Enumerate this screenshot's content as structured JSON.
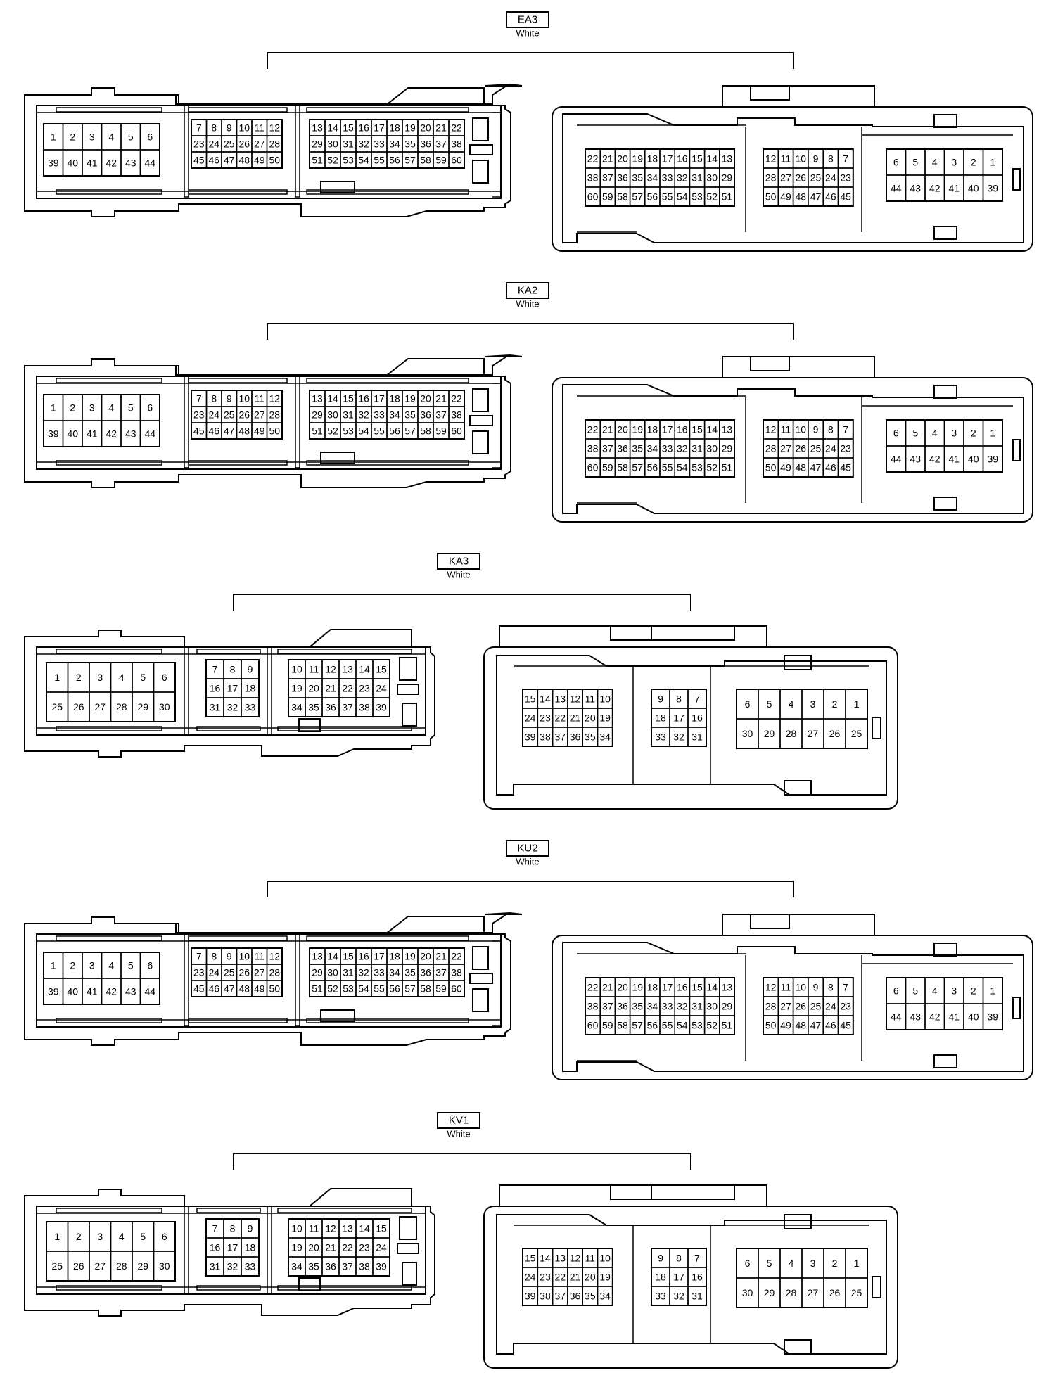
{
  "connectors": [
    {
      "id": "EA3",
      "color": "White",
      "variant": "large",
      "left_grids": [
        {
          "rows": [
            [
              "1",
              "2",
              "3",
              "4",
              "5",
              "6"
            ],
            [
              "39",
              "40",
              "41",
              "42",
              "43",
              "44"
            ]
          ]
        },
        {
          "rows": [
            [
              "7",
              "8",
              "9",
              "10",
              "11",
              "12"
            ],
            [
              "23",
              "24",
              "25",
              "26",
              "27",
              "28"
            ],
            [
              "45",
              "46",
              "47",
              "48",
              "49",
              "50"
            ]
          ]
        },
        {
          "rows": [
            [
              "13",
              "14",
              "15",
              "16",
              "17",
              "18",
              "19",
              "20",
              "21",
              "22"
            ],
            [
              "29",
              "30",
              "31",
              "32",
              "33",
              "34",
              "35",
              "36",
              "37",
              "38"
            ],
            [
              "51",
              "52",
              "53",
              "54",
              "55",
              "56",
              "57",
              "58",
              "59",
              "60"
            ]
          ]
        }
      ],
      "right_grids": [
        {
          "rows": [
            [
              "22",
              "21",
              "20",
              "19",
              "18",
              "17",
              "16",
              "15",
              "14",
              "13"
            ],
            [
              "38",
              "37",
              "36",
              "35",
              "34",
              "33",
              "32",
              "31",
              "30",
              "29"
            ],
            [
              "60",
              "59",
              "58",
              "57",
              "56",
              "55",
              "54",
              "53",
              "52",
              "51"
            ]
          ]
        },
        {
          "rows": [
            [
              "12",
              "11",
              "10",
              "9",
              "8",
              "7"
            ],
            [
              "28",
              "27",
              "26",
              "25",
              "24",
              "23"
            ],
            [
              "50",
              "49",
              "48",
              "47",
              "46",
              "45"
            ]
          ]
        },
        {
          "rows": [
            [
              "6",
              "5",
              "4",
              "3",
              "2",
              "1"
            ],
            [
              "44",
              "43",
              "42",
              "41",
              "40",
              "39"
            ]
          ]
        }
      ]
    },
    {
      "id": "KA2",
      "color": "White",
      "variant": "large",
      "left_grids": [
        {
          "rows": [
            [
              "1",
              "2",
              "3",
              "4",
              "5",
              "6"
            ],
            [
              "39",
              "40",
              "41",
              "42",
              "43",
              "44"
            ]
          ]
        },
        {
          "rows": [
            [
              "7",
              "8",
              "9",
              "10",
              "11",
              "12"
            ],
            [
              "23",
              "24",
              "25",
              "26",
              "27",
              "28"
            ],
            [
              "45",
              "46",
              "47",
              "48",
              "49",
              "50"
            ]
          ]
        },
        {
          "rows": [
            [
              "13",
              "14",
              "15",
              "16",
              "17",
              "18",
              "19",
              "20",
              "21",
              "22"
            ],
            [
              "29",
              "30",
              "31",
              "32",
              "33",
              "34",
              "35",
              "36",
              "37",
              "38"
            ],
            [
              "51",
              "52",
              "53",
              "54",
              "55",
              "56",
              "57",
              "58",
              "59",
              "60"
            ]
          ]
        }
      ],
      "right_grids": [
        {
          "rows": [
            [
              "22",
              "21",
              "20",
              "19",
              "18",
              "17",
              "16",
              "15",
              "14",
              "13"
            ],
            [
              "38",
              "37",
              "36",
              "35",
              "34",
              "33",
              "32",
              "31",
              "30",
              "29"
            ],
            [
              "60",
              "59",
              "58",
              "57",
              "56",
              "55",
              "54",
              "53",
              "52",
              "51"
            ]
          ]
        },
        {
          "rows": [
            [
              "12",
              "11",
              "10",
              "9",
              "8",
              "7"
            ],
            [
              "28",
              "27",
              "26",
              "25",
              "24",
              "23"
            ],
            [
              "50",
              "49",
              "48",
              "47",
              "46",
              "45"
            ]
          ]
        },
        {
          "rows": [
            [
              "6",
              "5",
              "4",
              "3",
              "2",
              "1"
            ],
            [
              "44",
              "43",
              "42",
              "41",
              "40",
              "39"
            ]
          ]
        }
      ]
    },
    {
      "id": "KA3",
      "color": "White",
      "variant": "small",
      "left_grids": [
        {
          "rows": [
            [
              "1",
              "2",
              "3",
              "4",
              "5",
              "6"
            ],
            [
              "25",
              "26",
              "27",
              "28",
              "29",
              "30"
            ]
          ]
        },
        {
          "rows": [
            [
              "7",
              "8",
              "9"
            ],
            [
              "16",
              "17",
              "18"
            ],
            [
              "31",
              "32",
              "33"
            ]
          ]
        },
        {
          "rows": [
            [
              "10",
              "11",
              "12",
              "13",
              "14",
              "15"
            ],
            [
              "19",
              "20",
              "21",
              "22",
              "23",
              "24"
            ],
            [
              "34",
              "35",
              "36",
              "37",
              "38",
              "39"
            ]
          ]
        }
      ],
      "right_grids": [
        {
          "rows": [
            [
              "15",
              "14",
              "13",
              "12",
              "11",
              "10"
            ],
            [
              "24",
              "23",
              "22",
              "21",
              "20",
              "19"
            ],
            [
              "39",
              "38",
              "37",
              "36",
              "35",
              "34"
            ]
          ]
        },
        {
          "rows": [
            [
              "9",
              "8",
              "7"
            ],
            [
              "18",
              "17",
              "16"
            ],
            [
              "33",
              "32",
              "31"
            ]
          ]
        },
        {
          "rows": [
            [
              "6",
              "5",
              "4",
              "3",
              "2",
              "1"
            ],
            [
              "30",
              "29",
              "28",
              "27",
              "26",
              "25"
            ]
          ]
        }
      ]
    },
    {
      "id": "KU2",
      "color": "White",
      "variant": "large",
      "left_grids": [
        {
          "rows": [
            [
              "1",
              "2",
              "3",
              "4",
              "5",
              "6"
            ],
            [
              "39",
              "40",
              "41",
              "42",
              "43",
              "44"
            ]
          ]
        },
        {
          "rows": [
            [
              "7",
              "8",
              "9",
              "10",
              "11",
              "12"
            ],
            [
              "23",
              "24",
              "25",
              "26",
              "27",
              "28"
            ],
            [
              "45",
              "46",
              "47",
              "48",
              "49",
              "50"
            ]
          ]
        },
        {
          "rows": [
            [
              "13",
              "14",
              "15",
              "16",
              "17",
              "18",
              "19",
              "20",
              "21",
              "22"
            ],
            [
              "29",
              "30",
              "31",
              "32",
              "33",
              "34",
              "35",
              "36",
              "37",
              "38"
            ],
            [
              "51",
              "52",
              "53",
              "54",
              "55",
              "56",
              "57",
              "58",
              "59",
              "60"
            ]
          ]
        }
      ],
      "right_grids": [
        {
          "rows": [
            [
              "22",
              "21",
              "20",
              "19",
              "18",
              "17",
              "16",
              "15",
              "14",
              "13"
            ],
            [
              "38",
              "37",
              "36",
              "35",
              "34",
              "33",
              "32",
              "31",
              "30",
              "29"
            ],
            [
              "60",
              "59",
              "58",
              "57",
              "56",
              "55",
              "54",
              "53",
              "52",
              "51"
            ]
          ]
        },
        {
          "rows": [
            [
              "12",
              "11",
              "10",
              "9",
              "8",
              "7"
            ],
            [
              "28",
              "27",
              "26",
              "25",
              "24",
              "23"
            ],
            [
              "50",
              "49",
              "48",
              "47",
              "46",
              "45"
            ]
          ]
        },
        {
          "rows": [
            [
              "6",
              "5",
              "4",
              "3",
              "2",
              "1"
            ],
            [
              "44",
              "43",
              "42",
              "41",
              "40",
              "39"
            ]
          ]
        }
      ]
    },
    {
      "id": "KV1",
      "color": "White",
      "variant": "small",
      "left_grids": [
        {
          "rows": [
            [
              "1",
              "2",
              "3",
              "4",
              "5",
              "6"
            ],
            [
              "25",
              "26",
              "27",
              "28",
              "29",
              "30"
            ]
          ]
        },
        {
          "rows": [
            [
              "7",
              "8",
              "9"
            ],
            [
              "16",
              "17",
              "18"
            ],
            [
              "31",
              "32",
              "33"
            ]
          ]
        },
        {
          "rows": [
            [
              "10",
              "11",
              "12",
              "13",
              "14",
              "15"
            ],
            [
              "19",
              "20",
              "21",
              "22",
              "23",
              "24"
            ],
            [
              "34",
              "35",
              "36",
              "37",
              "38",
              "39"
            ]
          ]
        }
      ],
      "right_grids": [
        {
          "rows": [
            [
              "15",
              "14",
              "13",
              "12",
              "11",
              "10"
            ],
            [
              "24",
              "23",
              "22",
              "21",
              "20",
              "19"
            ],
            [
              "39",
              "38",
              "37",
              "36",
              "35",
              "34"
            ]
          ]
        },
        {
          "rows": [
            [
              "9",
              "8",
              "7"
            ],
            [
              "18",
              "17",
              "16"
            ],
            [
              "33",
              "32",
              "31"
            ]
          ]
        },
        {
          "rows": [
            [
              "6",
              "5",
              "4",
              "3",
              "2",
              "1"
            ],
            [
              "30",
              "29",
              "28",
              "27",
              "26",
              "25"
            ]
          ]
        }
      ]
    }
  ]
}
